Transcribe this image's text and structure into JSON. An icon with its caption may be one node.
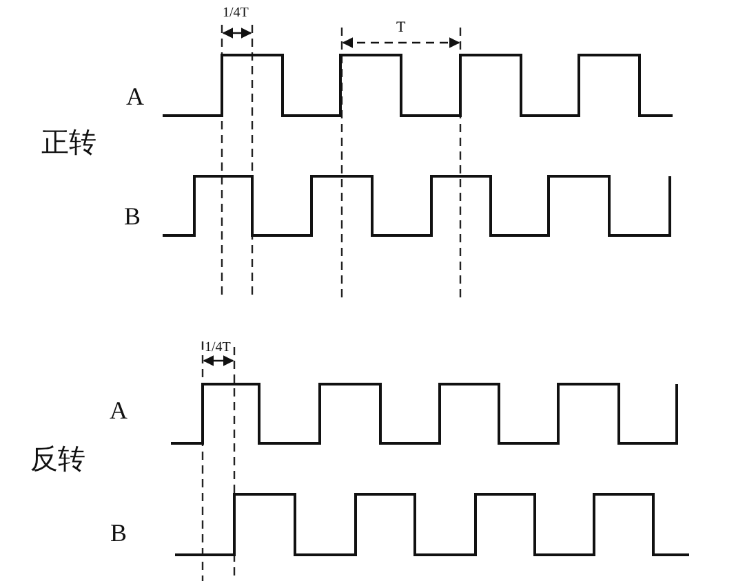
{
  "diagram": {
    "labels": [
      "1/4T",
      "T",
      "A",
      "正转",
      "B",
      "1/4T",
      "A",
      "反转",
      "B"
    ]
  }
}
